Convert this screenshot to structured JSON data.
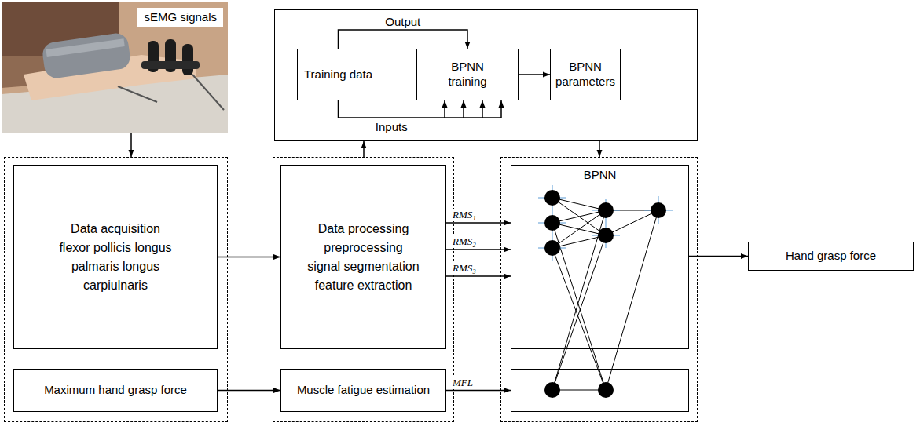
{
  "diagram": {
    "nodes": [
      {
        "text": [
          "sEMG signals"
        ]
      },
      {
        "text": []
      },
      {
        "text": [
          "Training data"
        ],
        "in": 1
      },
      {
        "text": [
          "BPNN training"
        ],
        "in": 1
      },
      {
        "text": [
          "BPNN parameters"
        ],
        "in": 1
      },
      {
        "text": []
      },
      {
        "text": [
          "Data acquisition",
          "flexor pollicis longus",
          "palmaris longus",
          "carpiulnaris"
        ],
        "in": 5
      },
      {
        "text": [
          "Maximum hand grasp force"
        ],
        "in": 5
      },
      {
        "text": []
      },
      {
        "text": [
          "Data processing",
          "preprocessing",
          "signal segmentation",
          "feature extraction"
        ],
        "in": 8
      },
      {
        "text": [
          "Muscle fatigue estimation"
        ],
        "in": 8
      },
      {
        "text": []
      },
      {
        "text": [
          "BPNN"
        ],
        "in": 11
      },
      {
        "text": [],
        "in": 11
      },
      {
        "text": [
          "Hand grasp force"
        ]
      }
    ],
    "edges": [
      {
        "from": 0,
        "to": 5,
        "arrow": "to"
      },
      {
        "from": 2,
        "to": 3,
        "arrow": "to",
        "label": "Output"
      },
      {
        "from": 2,
        "to": 3,
        "arrow": "to",
        "label": "Inputs"
      },
      {
        "from": 3,
        "to": 4,
        "arrow": "to"
      },
      {
        "from": 8,
        "to": 1,
        "arrow": "to"
      },
      {
        "from": 1,
        "to": 11,
        "arrow": "to"
      },
      {
        "from": 6,
        "to": 9,
        "arrow": "to"
      },
      {
        "from": 7,
        "to": 10,
        "arrow": "to"
      },
      {
        "from": 9,
        "to": 12,
        "arrow": "to",
        "label": "RMS₁"
      },
      {
        "from": 9,
        "to": 12,
        "arrow": "to",
        "label": "RMS₂"
      },
      {
        "from": 9,
        "to": 12,
        "arrow": "to",
        "label": "RMS₃"
      },
      {
        "from": 10,
        "to": 13,
        "arrow": "to",
        "label": "MFL"
      },
      {
        "from": 12,
        "to": 14,
        "arrow": "to"
      }
    ]
  }
}
